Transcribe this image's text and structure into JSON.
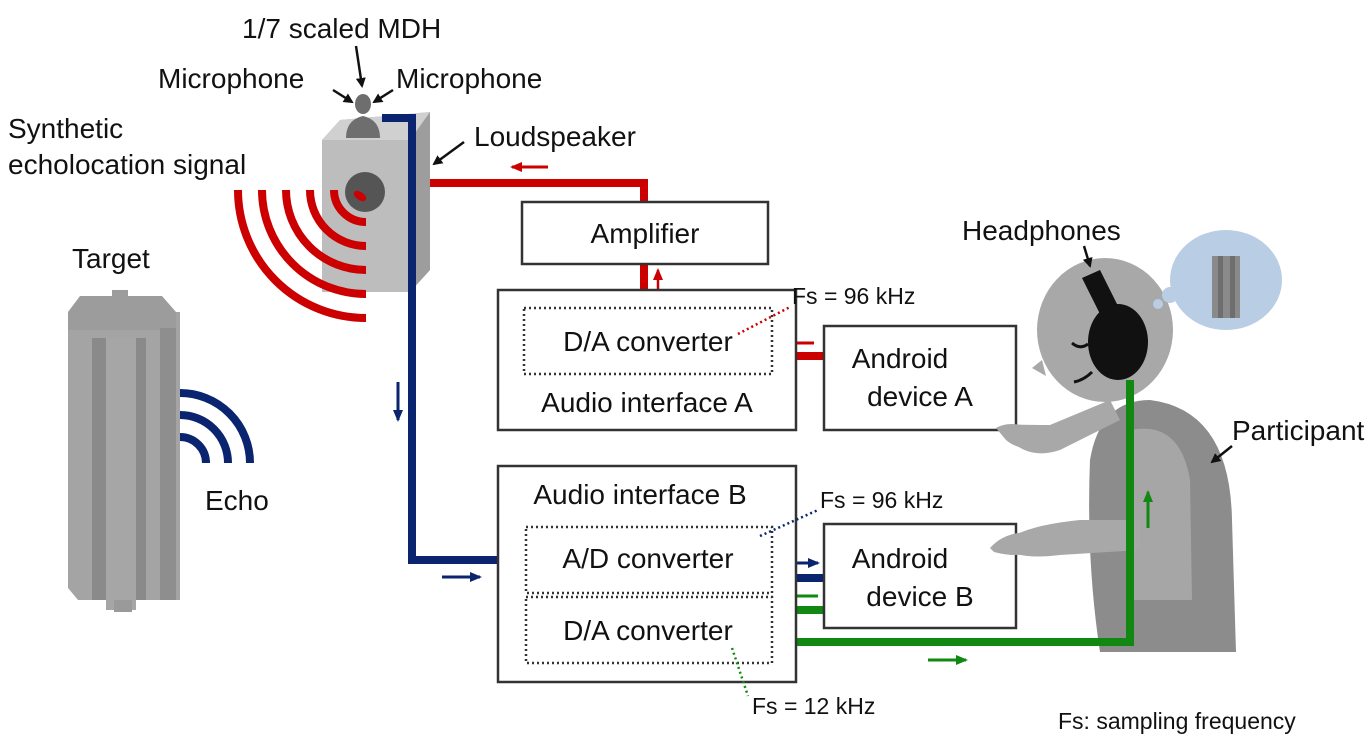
{
  "colors": {
    "signal_out": "#cc0000",
    "signal_in": "#0a2470",
    "signal_headphone": "#118811",
    "device_gray": "#a8a8a8",
    "thought_bubble": "#b9cde4"
  },
  "labels": {
    "mdh": "1/7 scaled MDH",
    "microphone_left": "Microphone",
    "microphone_right": "Microphone",
    "synthetic_line1": "Synthetic",
    "synthetic_line2": "echolocation signal",
    "loudspeaker": "Loudspeaker",
    "target": "Target",
    "echo": "Echo",
    "amplifier": "Amplifier",
    "headphones": "Headphones",
    "participant": "Participant",
    "footnote": "Fs: sampling frequency"
  },
  "audio_interface_a": {
    "title": "Audio interface A",
    "converter": "D/A converter",
    "fs": "Fs = 96 kHz"
  },
  "audio_interface_b": {
    "title": "Audio interface B",
    "converter_ad": "A/D converter",
    "converter_da": "D/A converter",
    "fs_ad": "Fs = 96 kHz",
    "fs_da": "Fs = 12 kHz"
  },
  "android_a": {
    "line1": "Android",
    "line2": "device A"
  },
  "android_b": {
    "line1": "Android",
    "line2": "device B"
  }
}
